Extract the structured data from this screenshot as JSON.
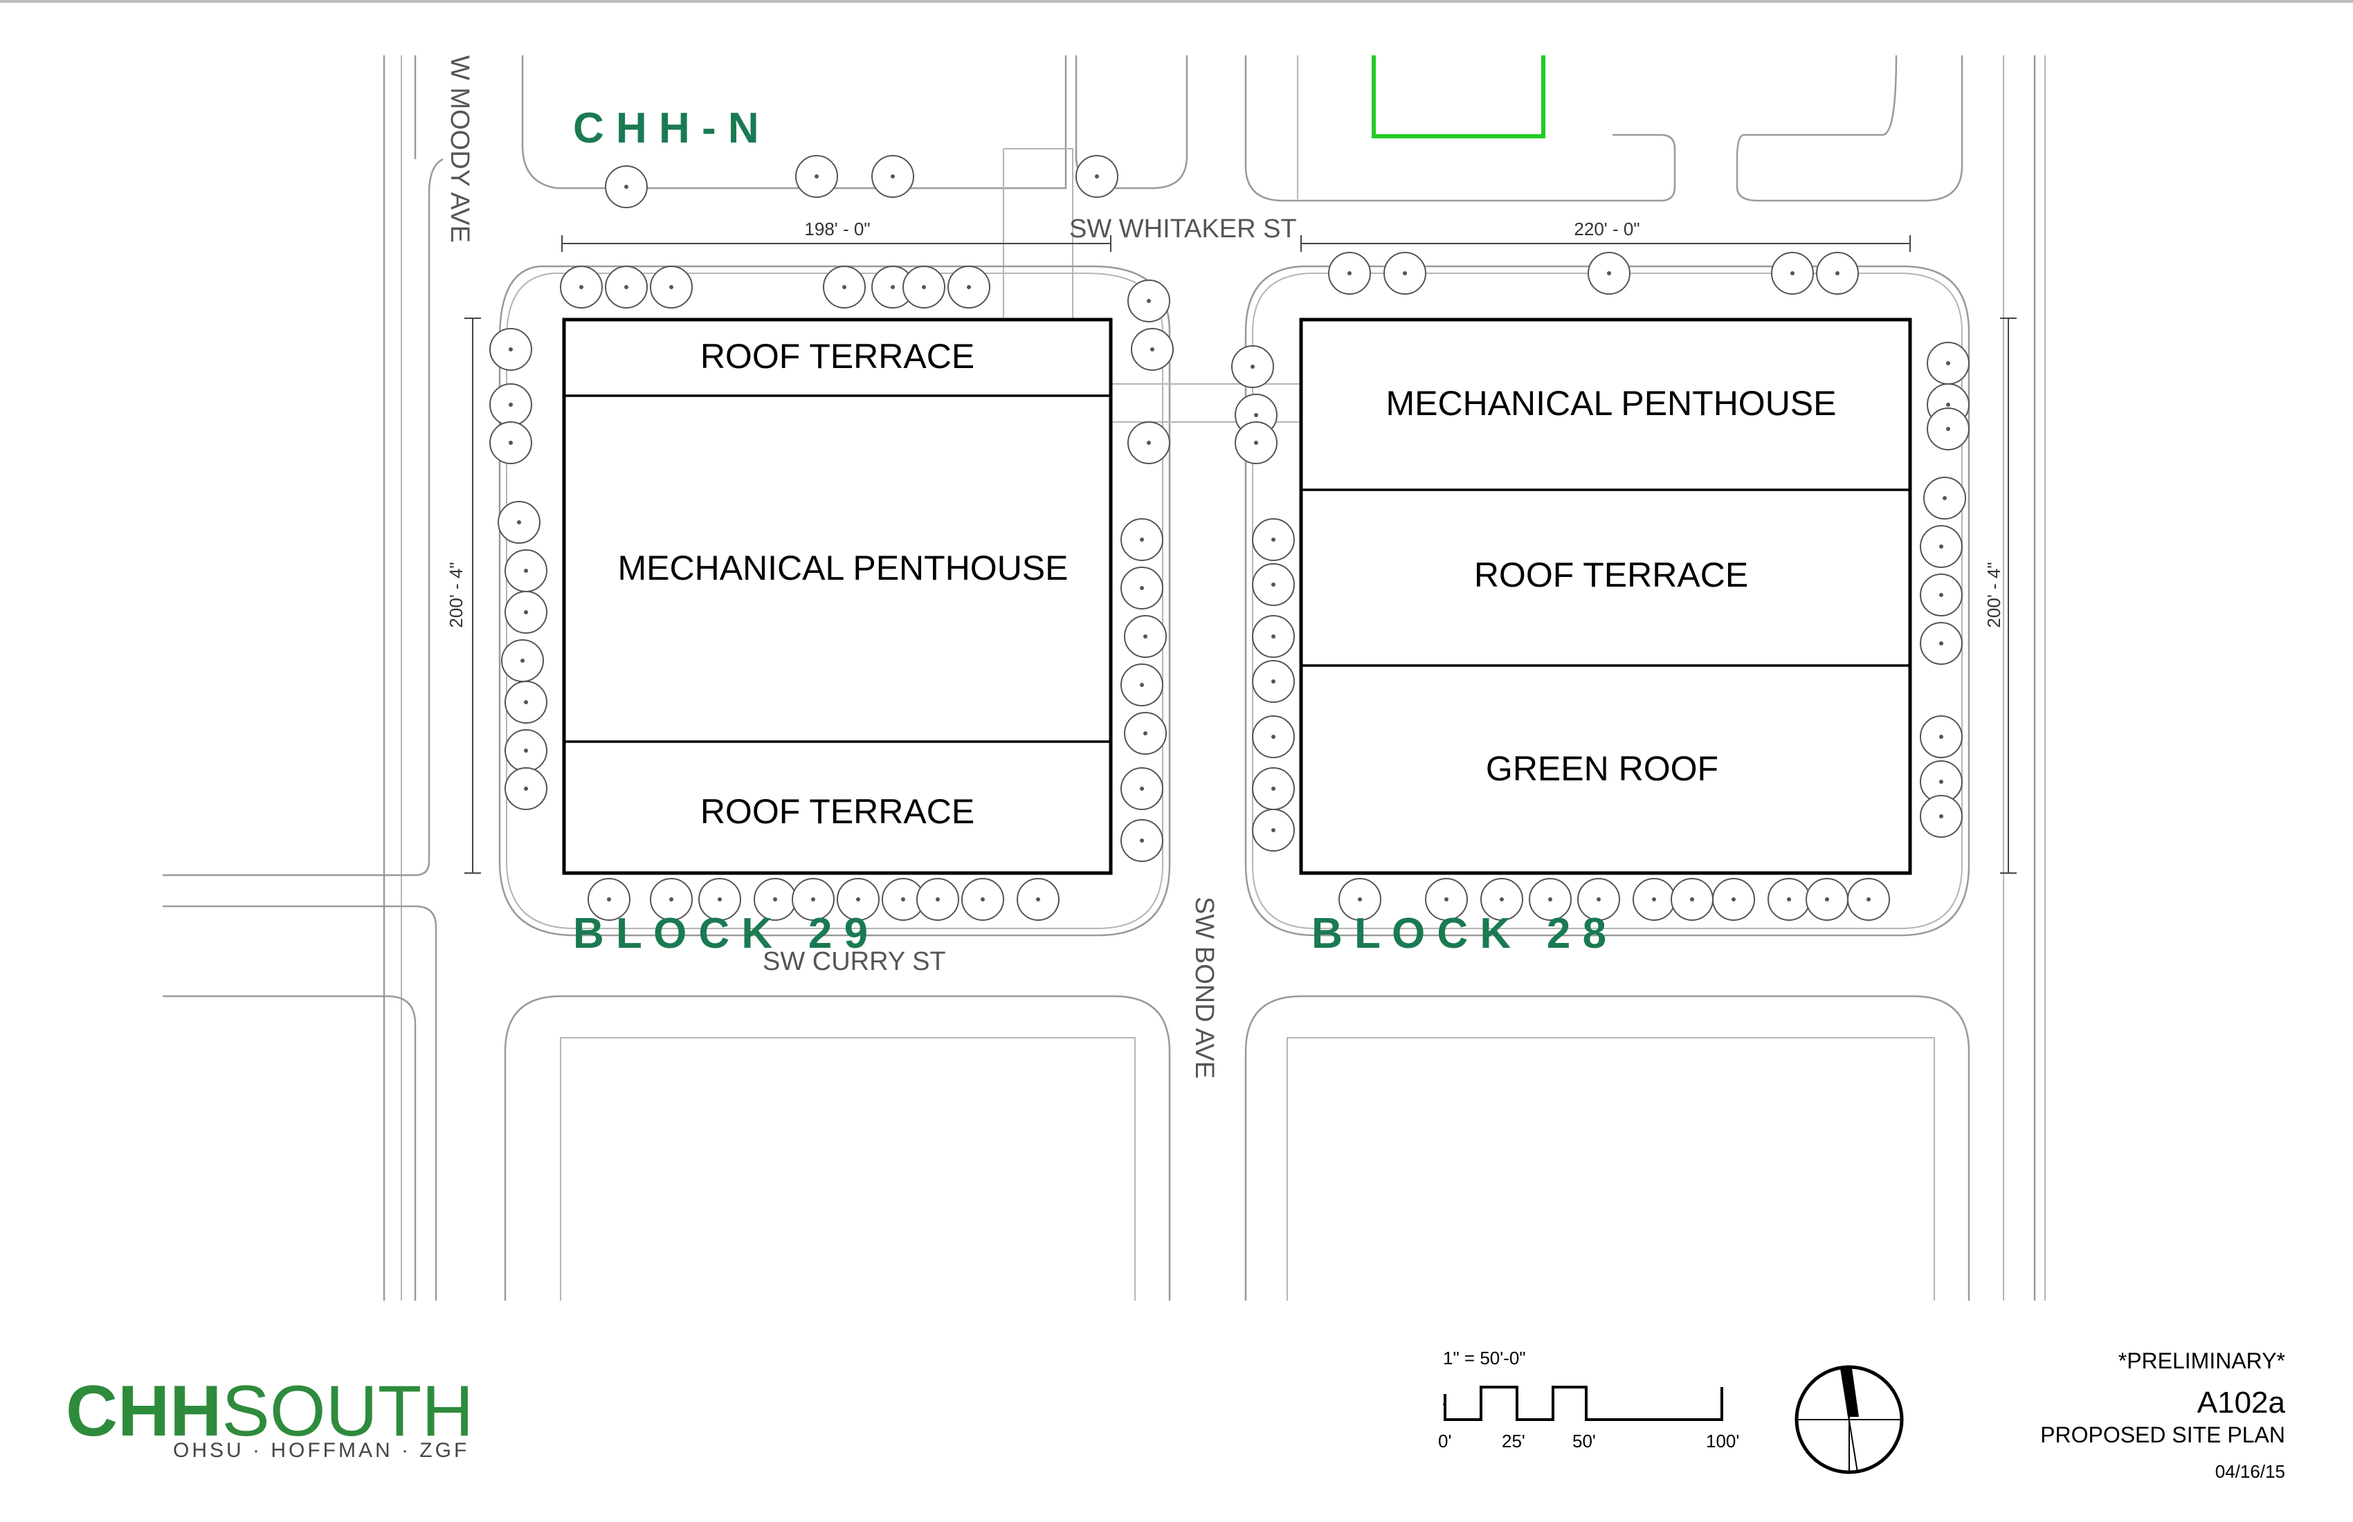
{
  "blocks": {
    "block29": {
      "label": "B L O C K   2 9",
      "zones": [
        "ROOF TERRACE",
        "MECHANICAL PENTHOUSE",
        "ROOF TERRACE"
      ],
      "dim_width": "198' - 0\"",
      "dim_height": "200' - 4\""
    },
    "block28": {
      "label": "B L O C K   2 8",
      "zones": [
        "MECHANICAL PENTHOUSE",
        "ROOF TERRACE",
        "GREEN ROOF"
      ],
      "dim_width": "220' - 0\"",
      "dim_height": "200' - 4\""
    },
    "chhn": {
      "label": "C H H - N"
    }
  },
  "streets": {
    "moody": "W MOODY AVE",
    "whitaker": "SW WHITAKER ST",
    "curry": "SW CURRY ST",
    "bond": "SW BOND AVE"
  },
  "logo": {
    "bold": "CHH",
    "light": "SOUTH",
    "sub": "OHSU · HOFFMAN · ZGF",
    "color": "#2e8b3c"
  },
  "scale": {
    "title": "1\" = 50'-0\"",
    "ticks": [
      "0'",
      "25'",
      "50'",
      "100'"
    ]
  },
  "title_block": {
    "status": "*PRELIMINARY*",
    "sheet": "A102a",
    "name": "PROPOSED SITE PLAN",
    "date": "04/16/15"
  },
  "north_arrow": {
    "icon": "north-arrow-icon"
  }
}
